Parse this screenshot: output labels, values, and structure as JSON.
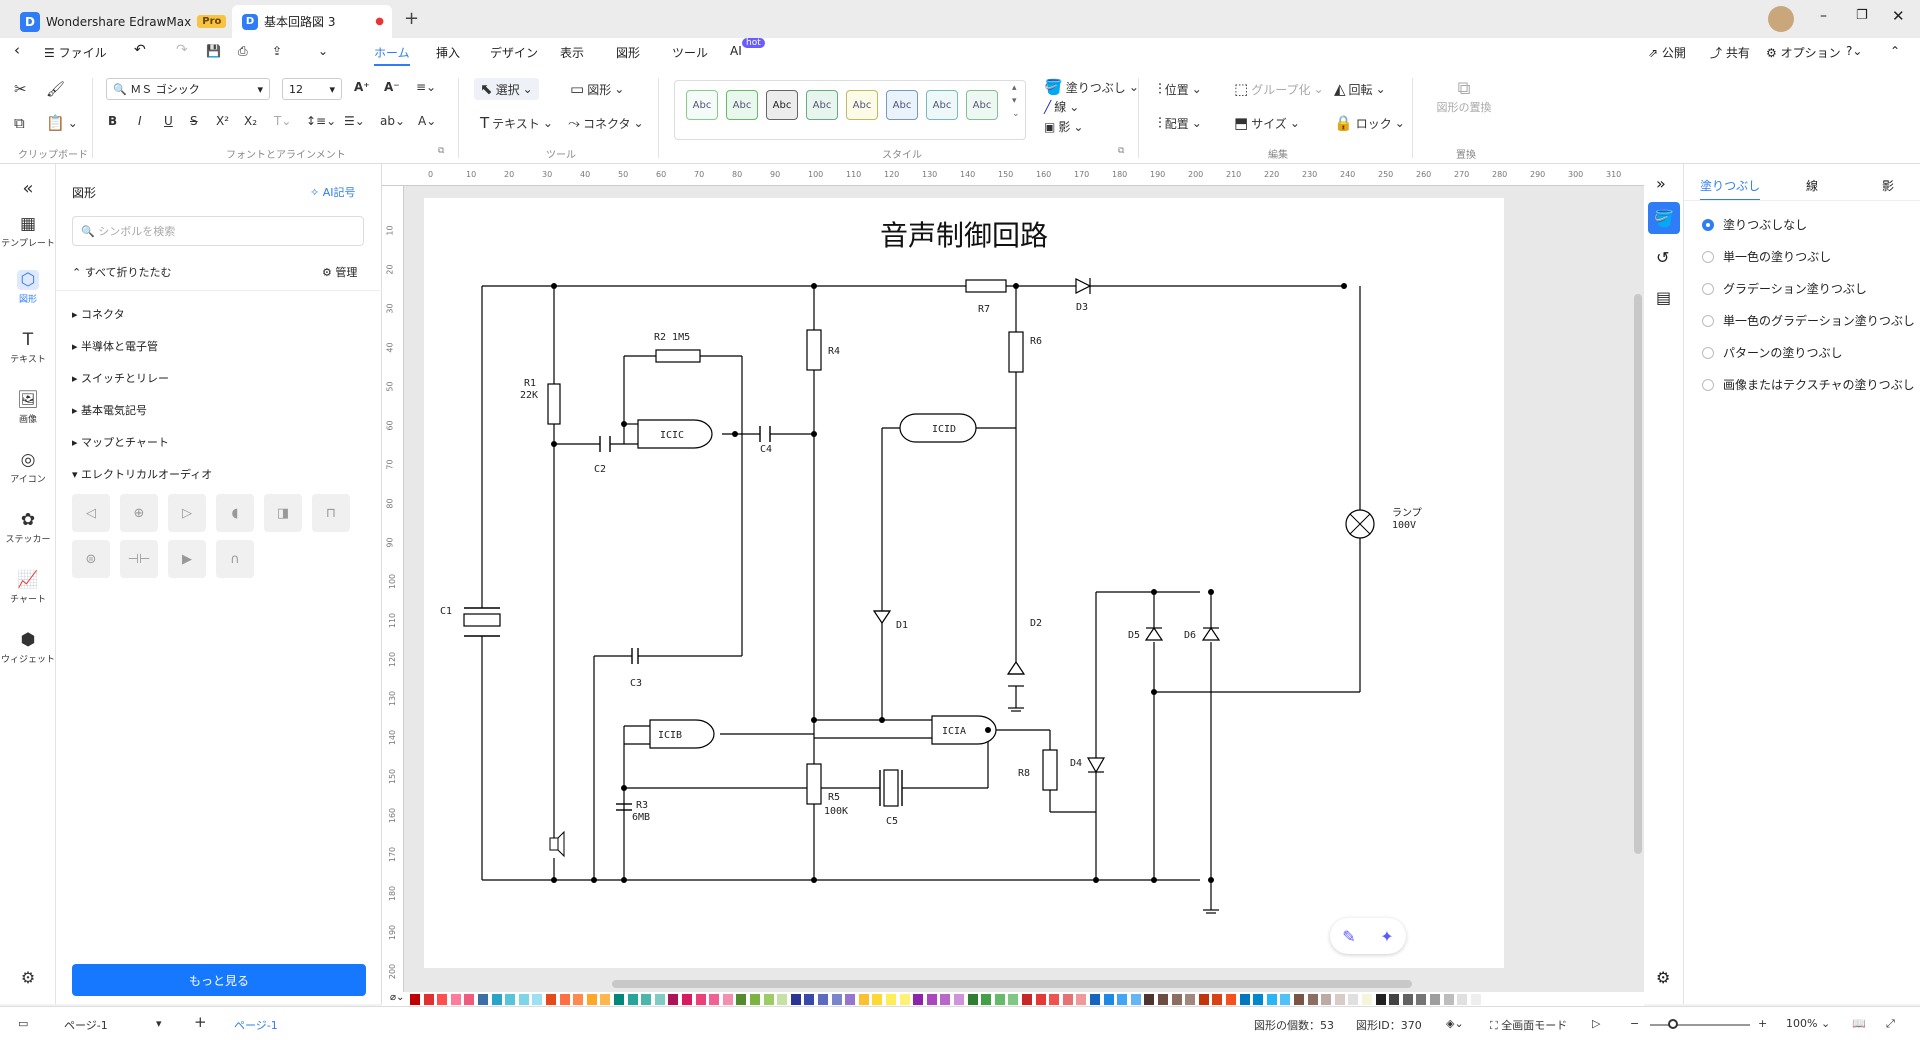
{
  "app": {
    "name": "Wondershare EdrawMax",
    "badge": "Pro",
    "doc_tab": "基本回路図 3"
  },
  "menu": {
    "file": "ファイル",
    "items": [
      "ホーム",
      "挿入",
      "デザイン",
      "表示",
      "図形",
      "ツール",
      "AI"
    ],
    "ai_badge": "hot",
    "right": [
      "公開",
      "共有",
      "オプション"
    ]
  },
  "ribbon": {
    "font_name": "ＭＳ ゴシック",
    "font_size": "12",
    "select": "選択",
    "shape": "図形",
    "text": "テキスト",
    "connector": "コネクタ",
    "style_sample": "Abc",
    "fill": "塗りつぶし",
    "line": "線",
    "shadow": "影",
    "position": "位置",
    "group": "グループ化",
    "rotate": "回転",
    "align": "配置",
    "size": "サイズ",
    "lock": "ロック",
    "replace": "図形の置換",
    "groups": [
      "クリップボード",
      "フォントとアラインメント",
      "ツール",
      "スタイル",
      "編集",
      "置換"
    ]
  },
  "rail": [
    "テンプレート",
    "図形",
    "テキスト",
    "画像",
    "アイコン",
    "ステッカー",
    "チャート",
    "ウィジェット"
  ],
  "shapes_panel": {
    "title": "図形",
    "ai_label": "AI記号",
    "search_placeholder": "シンボルを検索",
    "collapse_all": "すべて折りたたむ",
    "manage": "管理",
    "categories": [
      "コネクタ",
      "半導体と電子管",
      "スイッチとリレー",
      "基本電気記号",
      "マップとチャート",
      "エレクトリカルオーディオ"
    ],
    "more": "もっと見る"
  },
  "diagram": {
    "title": "音声制御回路",
    "labels": {
      "R1": "R1",
      "R1v": "22K",
      "R2": "R2  1M5",
      "R3": "R3",
      "R3v": "6MB",
      "R4": "R4",
      "R5": "R5",
      "R5v": "100K",
      "R6": "R6",
      "R7": "R7",
      "R8": "R8",
      "C1": "C1",
      "C2": "C2",
      "C3": "C3",
      "C4": "C4",
      "C5": "C5",
      "D1": "D1",
      "D2": "D2",
      "D3": "D3",
      "D4": "D4",
      "D5": "D5",
      "D6": "D6",
      "ICIA": "ICIA",
      "ICIB": "ICIB",
      "ICIC": "ICIC",
      "ICID": "ICID",
      "lamp": "ランプ",
      "lampv": "100V"
    }
  },
  "ruler_h": [
    "0",
    "10",
    "20",
    "30",
    "40",
    "50",
    "60",
    "70",
    "80",
    "90",
    "100",
    "110",
    "120",
    "130",
    "140",
    "150",
    "160",
    "170",
    "180",
    "190",
    "200",
    "210",
    "220",
    "230",
    "240",
    "250",
    "260",
    "270",
    "280",
    "290",
    "300",
    "310"
  ],
  "ruler_v": [
    "10",
    "20",
    "30",
    "40",
    "50",
    "60",
    "70",
    "80",
    "90",
    "100",
    "110",
    "120",
    "130",
    "140",
    "150",
    "160",
    "170",
    "180",
    "190",
    "200"
  ],
  "right_panel": {
    "tabs": [
      "塗りつぶし",
      "線",
      "影"
    ],
    "options": [
      "塗りつぶしなし",
      "単一色の塗りつぶし",
      "グラデーション塗りつぶし",
      "単一色のグラデーション塗りつぶし",
      "パターンの塗りつぶし",
      "画像またはテクスチャの塗りつぶし"
    ]
  },
  "status": {
    "page_select": "ページ-1",
    "page_tab": "ページ-1",
    "shape_count": "図形の個数：53",
    "shape_id": "図形ID：370",
    "fullscreen": "全画面モード",
    "zoom": "100%"
  }
}
